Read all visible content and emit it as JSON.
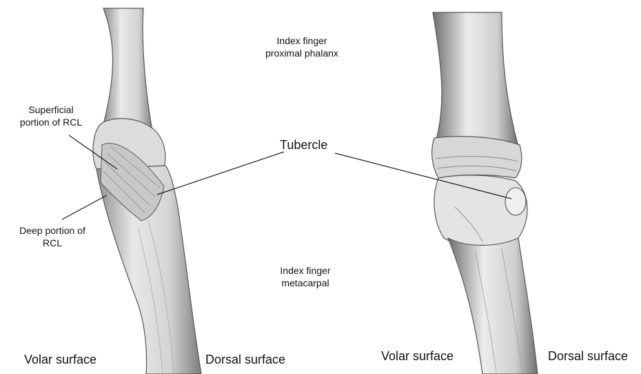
{
  "labels": {
    "phalanx_line1": "Index finger",
    "phalanx_line2": "proximal phalanx",
    "superficial_line1": "Superficial",
    "superficial_line2": "portion of RCL",
    "tubercle": "Tubercle",
    "deep_line1": "Deep portion of",
    "deep_line2": "RCL",
    "metacarpal_line1": "Index finger",
    "metacarpal_line2": "metacarpal",
    "volar_left": "Volar surface",
    "dorsal_left": "Dorsal surface",
    "volar_right": "Volar surface",
    "dorsal_right": "Dorsal surface"
  },
  "colors": {
    "background": "#ffffff",
    "bone_fill": "#e6e6e6",
    "bone_shadow": "#9a9a9a",
    "line": "#1a1a1a"
  }
}
